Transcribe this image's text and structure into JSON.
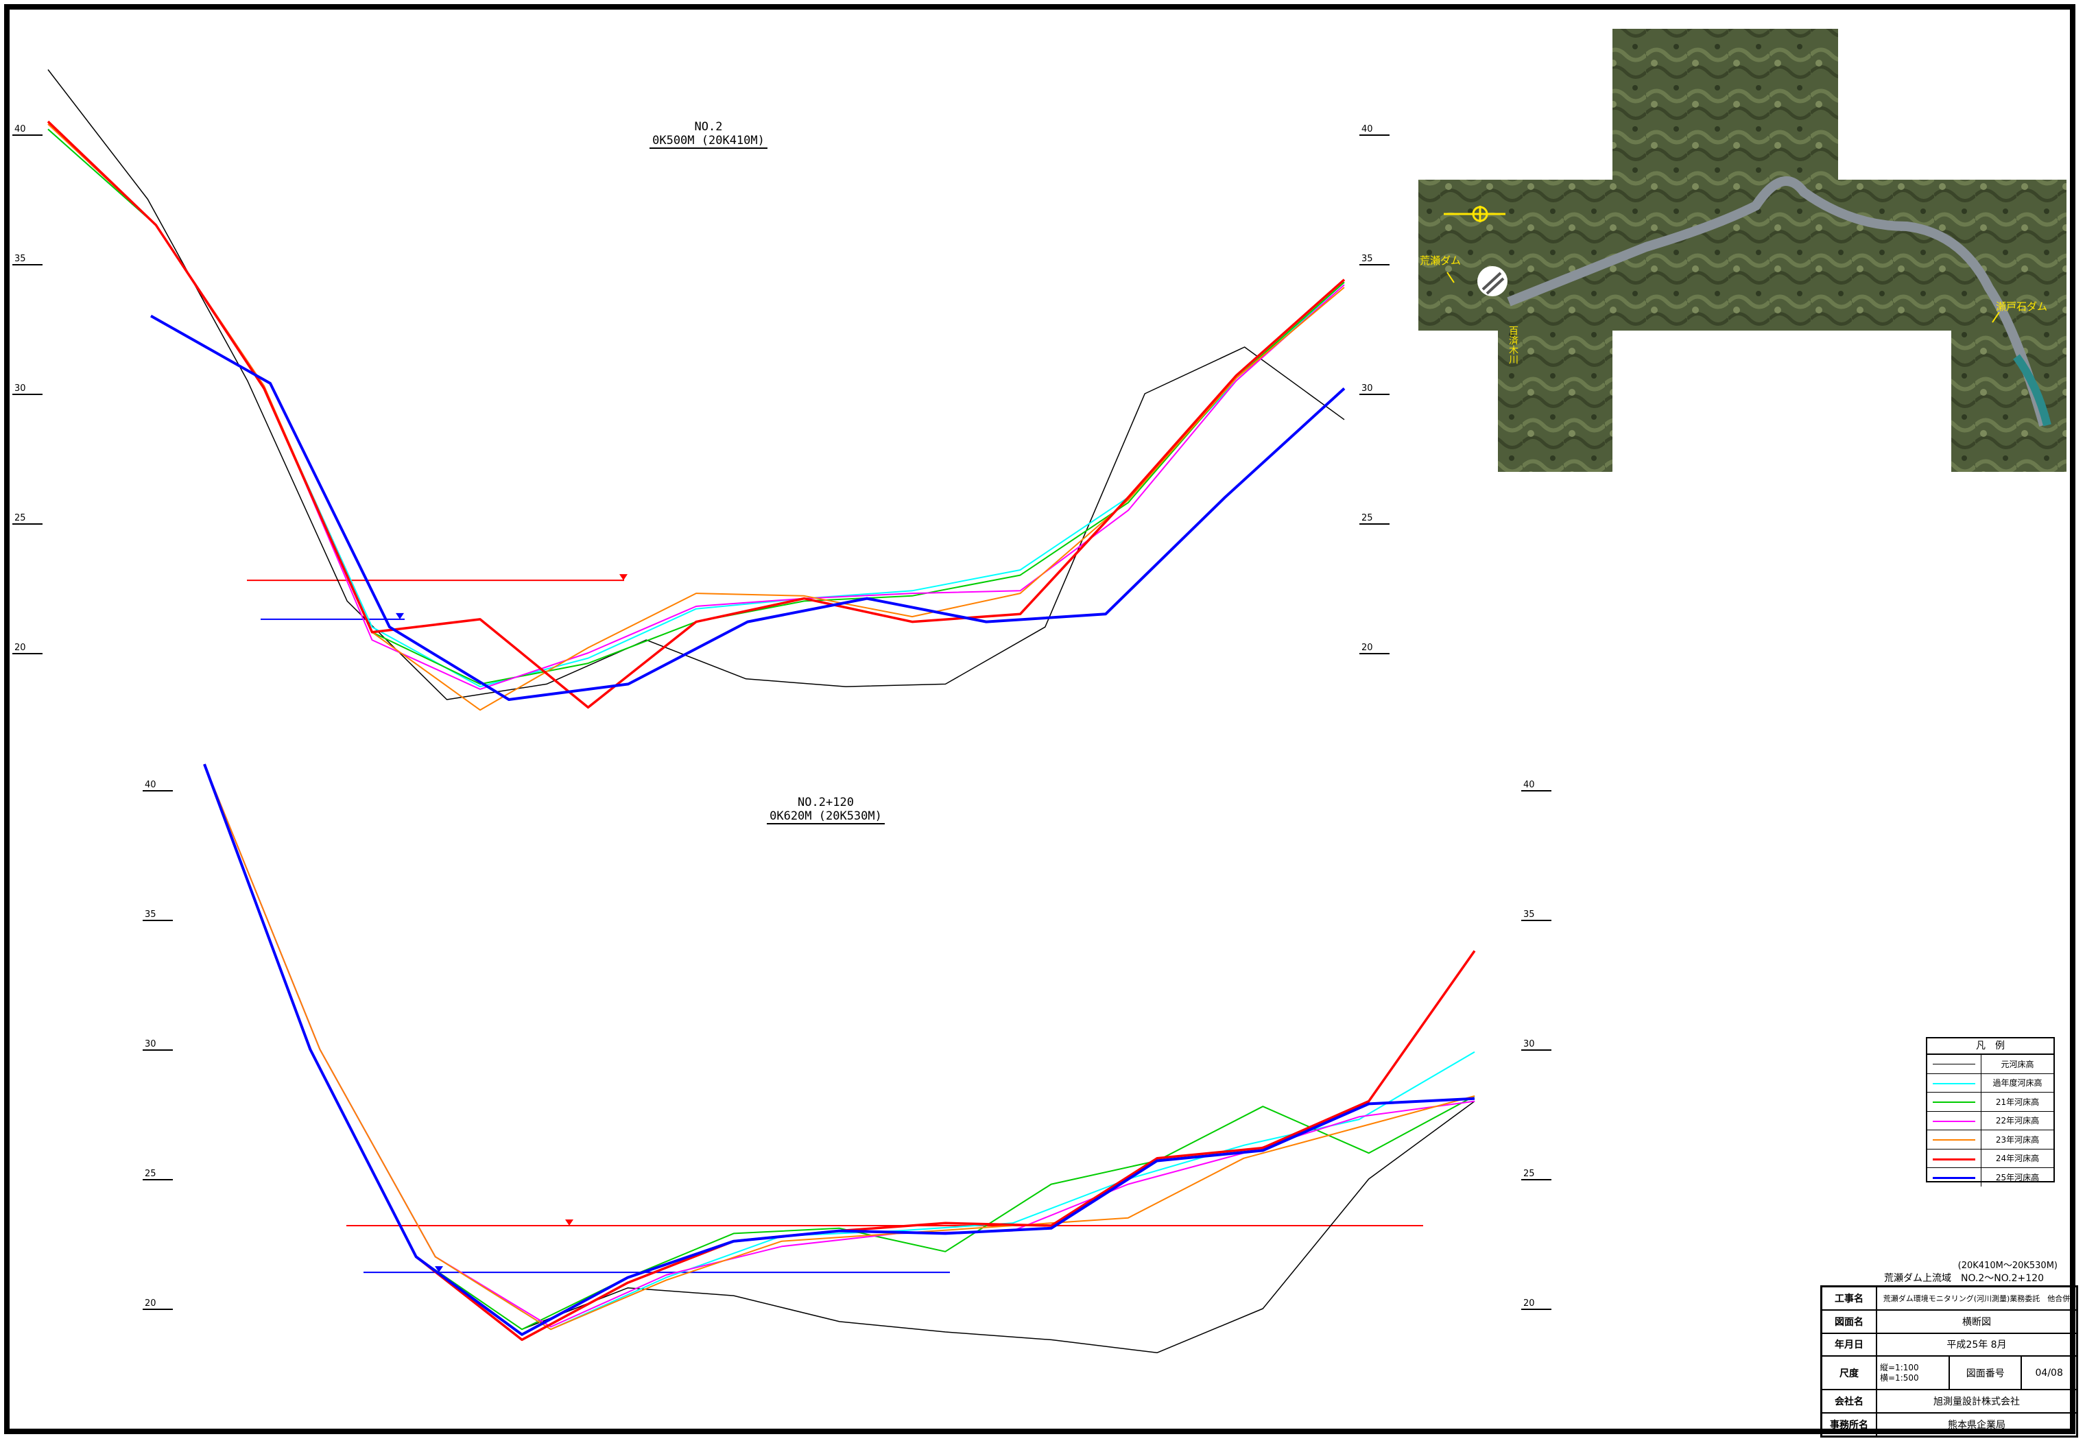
{
  "charts": {
    "upper": {
      "title": "NO.2",
      "subtitle": "0K500M (20K410M)",
      "y_ticks": [
        40,
        35,
        30,
        25,
        20
      ]
    },
    "lower": {
      "title": "NO.2+120",
      "subtitle": "0K620M (20K530M)",
      "y_ticks": [
        40,
        35,
        30,
        25,
        20
      ]
    }
  },
  "chart_data": [
    {
      "type": "line",
      "title": "NO.2",
      "subtitle": "0K500M (20K410M)",
      "ylabel": "",
      "ylim": [
        17,
        42
      ],
      "y_ticks": [
        40,
        35,
        30,
        25,
        20
      ],
      "water_levels": [
        {
          "color": "#ff0000",
          "y": 22.8
        },
        {
          "color": "#0000ff",
          "y": 21.3
        }
      ],
      "series": [
        {
          "name": "元河床高",
          "color": "#000000",
          "y": [
            42.5,
            37.5,
            30.5,
            22.0,
            18.2,
            18.8,
            20.5,
            19.0,
            18.7,
            18.8,
            21.0,
            30.0,
            31.8,
            29.0
          ]
        },
        {
          "name": "過年度河床高",
          "color": "#00ffff",
          "y": [
            40.2,
            36.5,
            30.2,
            21.0,
            18.7,
            19.8,
            21.7,
            22.1,
            22.4,
            23.2,
            26.0,
            30.5,
            34.3
          ]
        },
        {
          "name": "21年河床高",
          "color": "#00cc00",
          "y": [
            40.2,
            36.5,
            30.2,
            20.8,
            18.8,
            19.6,
            21.2,
            22.0,
            22.2,
            23.0,
            25.8,
            30.6,
            34.3
          ]
        },
        {
          "name": "22年河床高",
          "color": "#ff00ff",
          "y": [
            40.4,
            36.5,
            30.3,
            20.5,
            18.6,
            20.0,
            21.8,
            22.1,
            22.3,
            22.4,
            25.5,
            30.5,
            34.2
          ]
        },
        {
          "name": "23年河床高",
          "color": "#ff8000",
          "y": [
            40.4,
            36.5,
            30.3,
            20.8,
            17.8,
            20.2,
            22.3,
            22.2,
            21.4,
            22.3,
            25.9,
            30.6,
            34.1
          ]
        },
        {
          "name": "24年河床高",
          "color": "#ff0000",
          "y": [
            40.5,
            36.5,
            30.2,
            20.8,
            21.3,
            17.9,
            21.2,
            22.1,
            21.2,
            21.5,
            26.0,
            30.7,
            34.4
          ]
        },
        {
          "name": "25年河床高",
          "color": "#0000ff",
          "y": [
            33.0,
            30.4,
            21.0,
            18.2,
            18.8,
            21.2,
            22.1,
            21.2,
            21.5,
            26.0,
            30.2
          ]
        }
      ]
    },
    {
      "type": "line",
      "title": "NO.2+120",
      "subtitle": "0K620M (20K530M)",
      "ylabel": "",
      "ylim": [
        17,
        42
      ],
      "y_ticks": [
        40,
        35,
        30,
        25,
        20
      ],
      "water_levels": [
        {
          "color": "#ff0000",
          "y": 23.2
        },
        {
          "color": "#0000ff",
          "y": 21.4
        }
      ],
      "series": [
        {
          "name": "元河床高",
          "color": "#000000",
          "y": [
            41.0,
            30.0,
            22.0,
            19.2,
            20.8,
            20.5,
            19.5,
            19.1,
            18.8,
            18.3,
            20.0,
            25.0,
            28.0
          ]
        },
        {
          "name": "過年度河床高",
          "color": "#00ffff",
          "y": [
            41.0,
            30.0,
            22.0,
            19.2,
            21.2,
            22.8,
            23.0,
            23.3,
            25.0,
            26.3,
            27.3,
            29.9
          ]
        },
        {
          "name": "21年河床高",
          "color": "#00cc00",
          "y": [
            41.0,
            30.0,
            22.0,
            19.2,
            21.2,
            22.9,
            23.1,
            22.2,
            24.8,
            25.7,
            27.8,
            26.0,
            28.2
          ]
        },
        {
          "name": "22年河床高",
          "color": "#ff00ff",
          "y": [
            41.0,
            30.0,
            22.0,
            19.3,
            21.3,
            22.4,
            22.9,
            23.0,
            24.8,
            26.0,
            27.4,
            28.0
          ]
        },
        {
          "name": "23年河床高",
          "color": "#ff8000",
          "y": [
            41.0,
            30.0,
            22.0,
            19.2,
            21.1,
            22.6,
            22.9,
            23.2,
            23.5,
            25.8,
            27.0,
            28.2
          ]
        },
        {
          "name": "24年河床高",
          "color": "#ff0000",
          "y": [
            41.0,
            30.0,
            22.0,
            18.8,
            21.0,
            22.6,
            23.0,
            23.3,
            23.2,
            25.8,
            26.2,
            28.0,
            33.8
          ]
        },
        {
          "name": "25年河床高",
          "color": "#0000ff",
          "y": [
            41.0,
            30.0,
            22.0,
            19.0,
            21.2,
            22.6,
            23.0,
            22.9,
            23.1,
            25.7,
            26.1,
            27.9,
            28.1
          ]
        }
      ]
    }
  ],
  "map": {
    "labels": {
      "arase_dam": "荒瀬ダム",
      "river": "百済木川",
      "setoishi_dam": "瀬戸石ダム"
    }
  },
  "legend": {
    "title": "凡　例",
    "items": [
      {
        "label": "元河床高",
        "color": "#000000",
        "width": 1
      },
      {
        "label": "過年度河床高",
        "color": "#00ffff",
        "width": 2
      },
      {
        "label": "21年河床高",
        "color": "#00cc00",
        "width": 2
      },
      {
        "label": "22年河床高",
        "color": "#ff00ff",
        "width": 2
      },
      {
        "label": "23年河床高",
        "color": "#ff8000",
        "width": 2
      },
      {
        "label": "24年河床高",
        "color": "#ff0000",
        "width": 3
      },
      {
        "label": "25年河床高",
        "color": "#0000ff",
        "width": 3
      }
    ]
  },
  "title_block": {
    "range": "(20K410M～20K530M)",
    "caption": "荒瀬ダム上流域　NO.2～NO.2+120",
    "rows": {
      "project_label": "工事名",
      "project_value": "荒瀬ダム環境モニタリング(河川測量)業務委託　他合併",
      "drawing_label": "図面名",
      "drawing_value": "横断図",
      "date_label": "年月日",
      "date_value": "平成25年 8月",
      "scale_label": "尺度",
      "scale_v": "縦=1:100",
      "scale_h": "横=1:500",
      "number_label": "図面番号",
      "number_value": "04/08",
      "company_label": "会社名",
      "company_value": "旭測量設計株式会社",
      "office_label": "事務所名",
      "office_value": "熊本県企業局"
    }
  }
}
